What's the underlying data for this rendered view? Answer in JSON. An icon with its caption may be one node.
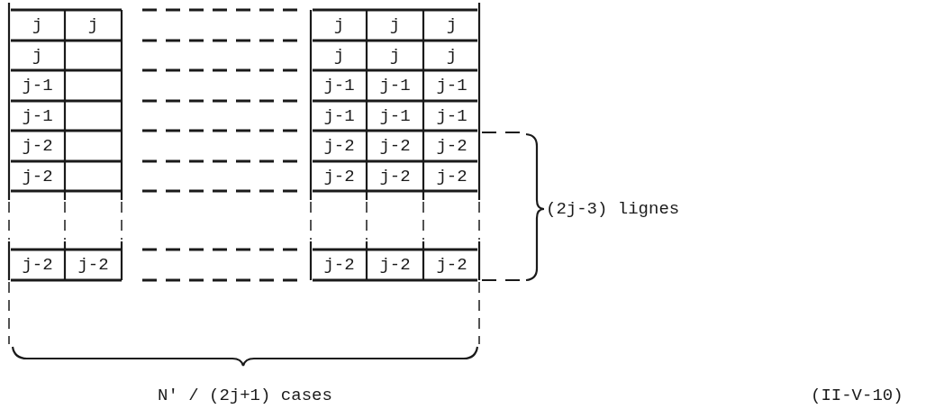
{
  "diagram": {
    "labels": [
      "j",
      "j",
      "j",
      "j",
      "j",
      "j",
      "j",
      "j",
      "j",
      "j-1",
      "j-1",
      "j-1",
      "j-1",
      "j-1",
      "j-1",
      "j-1",
      "j-1",
      "j-2",
      "j-2",
      "j-2",
      "j-2",
      "j-2",
      "j-2",
      "j-2",
      "j-2",
      "j-2",
      "j-2",
      "j-2",
      "j-2",
      "j-2",
      "(2j-3) lignes",
      "N' / (2j+1) cases",
      "(II-V-10)"
    ]
  }
}
